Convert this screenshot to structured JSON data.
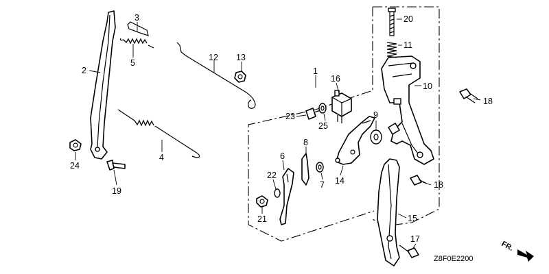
{
  "callouts": {
    "c1": "1",
    "c2": "2",
    "c3": "3",
    "c4": "4",
    "c5": "5",
    "c6": "6",
    "c7": "7",
    "c8": "8",
    "c9": "9",
    "c10": "10",
    "c11": "11",
    "c12": "12",
    "c13": "13",
    "c14": "14",
    "c15": "15",
    "c16": "16",
    "c17": "17",
    "c18a": "18",
    "c18b": "18",
    "c19": "19",
    "c20": "20",
    "c21": "21",
    "c22": "22",
    "c23": "23",
    "c24": "24",
    "c25": "25"
  },
  "diagram_code": "Z8F0E2200",
  "direction_label": "FR."
}
